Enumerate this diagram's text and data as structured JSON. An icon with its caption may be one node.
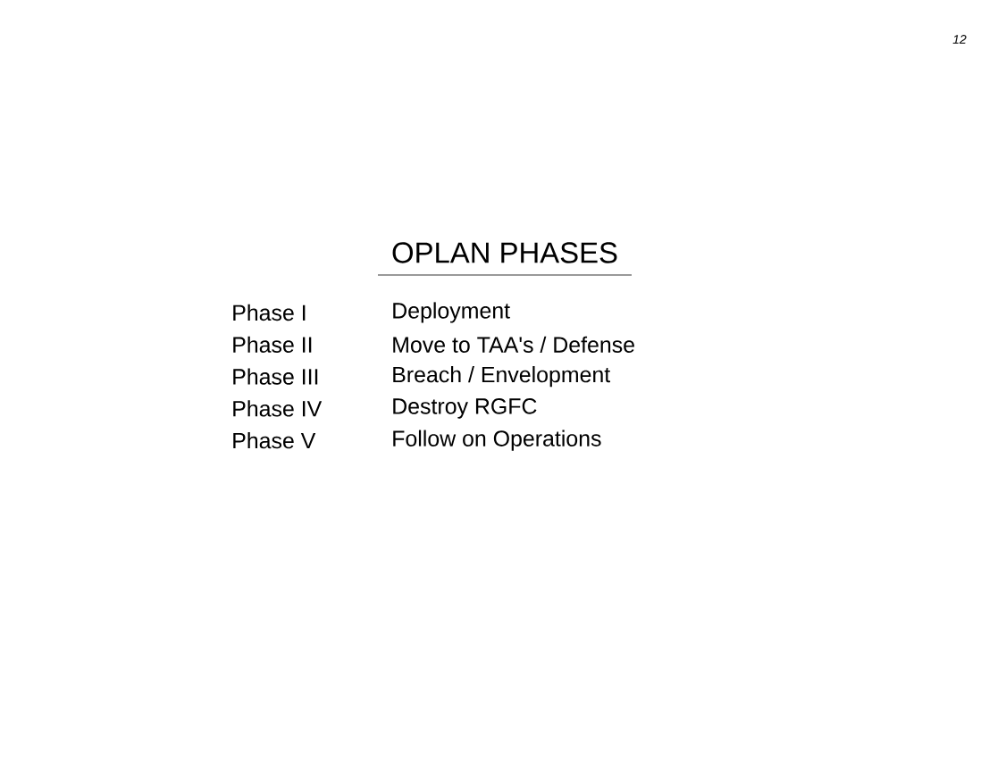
{
  "diagram": {
    "title": "OPLAN PHASES",
    "labels": [
      "12",
      "Phase I",
      "Deployment",
      "Phase II",
      "Move to TAA's / Defense",
      "Phase III",
      "Breach / Envelopment",
      "Phase IV",
      "Destroy RGFC",
      "Phase V",
      "Follow on Operations"
    ]
  }
}
